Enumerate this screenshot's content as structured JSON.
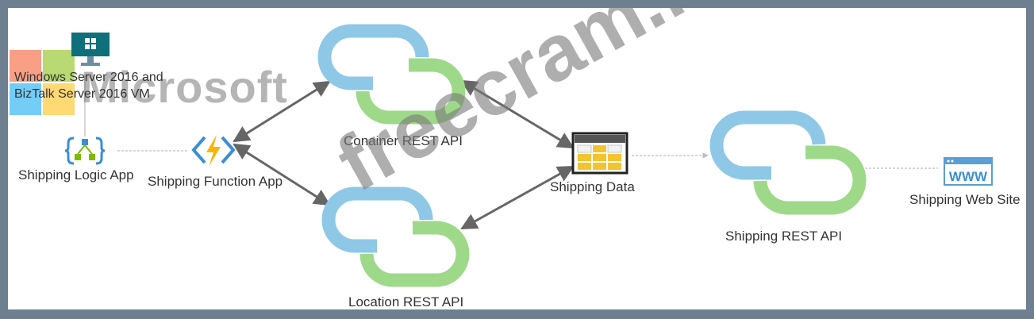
{
  "watermark": {
    "brand": "Microsoft",
    "site": "freecram.net"
  },
  "nodes": {
    "vm": {
      "line1": "Windows Server 2016 and",
      "line2": "BizTalk Server 2016 VM",
      "icon": "vm-monitor-icon"
    },
    "logic_app": {
      "label": "Shipping Logic App",
      "icon": "logic-app-icon"
    },
    "function_app": {
      "label": "Shipping Function App",
      "icon": "function-app-icon"
    },
    "container_api": {
      "label": "Conainer REST API",
      "icon": "api-link-icon"
    },
    "location_api": {
      "label": "Location REST API",
      "icon": "api-link-icon"
    },
    "shipping_data": {
      "label": "Shipping Data",
      "icon": "database-table-icon"
    },
    "shipping_api": {
      "label": "Shipping REST API",
      "icon": "api-link-icon"
    },
    "web_site": {
      "label": "Shipping Web Site",
      "icon": "www-icon",
      "badge": "WWW"
    }
  },
  "colors": {
    "link_blue": "#8ec8e6",
    "link_green": "#9ed98a",
    "function_yellow": "#f7b500",
    "function_blue": "#3b8ed6",
    "vm_teal": "#0f6f7a",
    "ms_red": "#f25022",
    "ms_green": "#7fba00",
    "ms_blue": "#00a4ef",
    "ms_yellow": "#ffb900",
    "arrow": "#666666"
  }
}
